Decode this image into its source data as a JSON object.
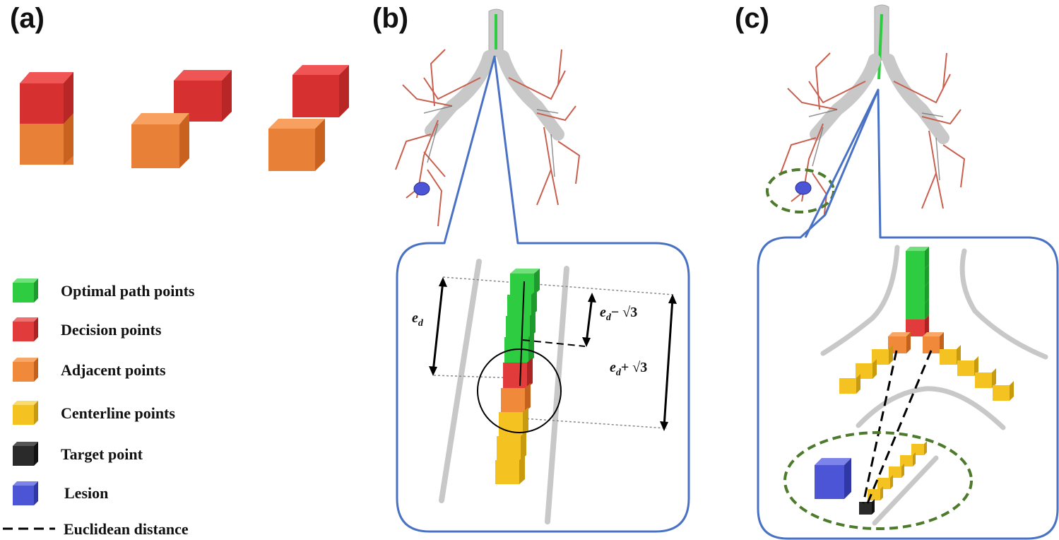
{
  "panels": {
    "a": "(a)",
    "b": "(b)",
    "c": "(c)"
  },
  "legend": [
    {
      "label": "Optimal path points",
      "color": "#2ecc40"
    },
    {
      "label": "Decision points",
      "color": "#e23b3b"
    },
    {
      "label": "Adjacent points",
      "color": "#f08a3a"
    },
    {
      "label": "Centerline points",
      "color": "#f5c321"
    },
    {
      "label": "Target point",
      "color": "#2a2a2a"
    },
    {
      "label": "Lesion",
      "color": "#4c55d6"
    },
    {
      "label": "Euclidean distance",
      "color": "#000000"
    }
  ],
  "annotations": {
    "ed": "e",
    "ed_sub": "d",
    "ed_minus": "− √3",
    "ed_plus": "+ √3"
  },
  "colors": {
    "frame": "#4a72c4",
    "airway": "#c8c8c8",
    "vessel": "#c9604f",
    "dashed_circle": "#4e7a2b"
  }
}
